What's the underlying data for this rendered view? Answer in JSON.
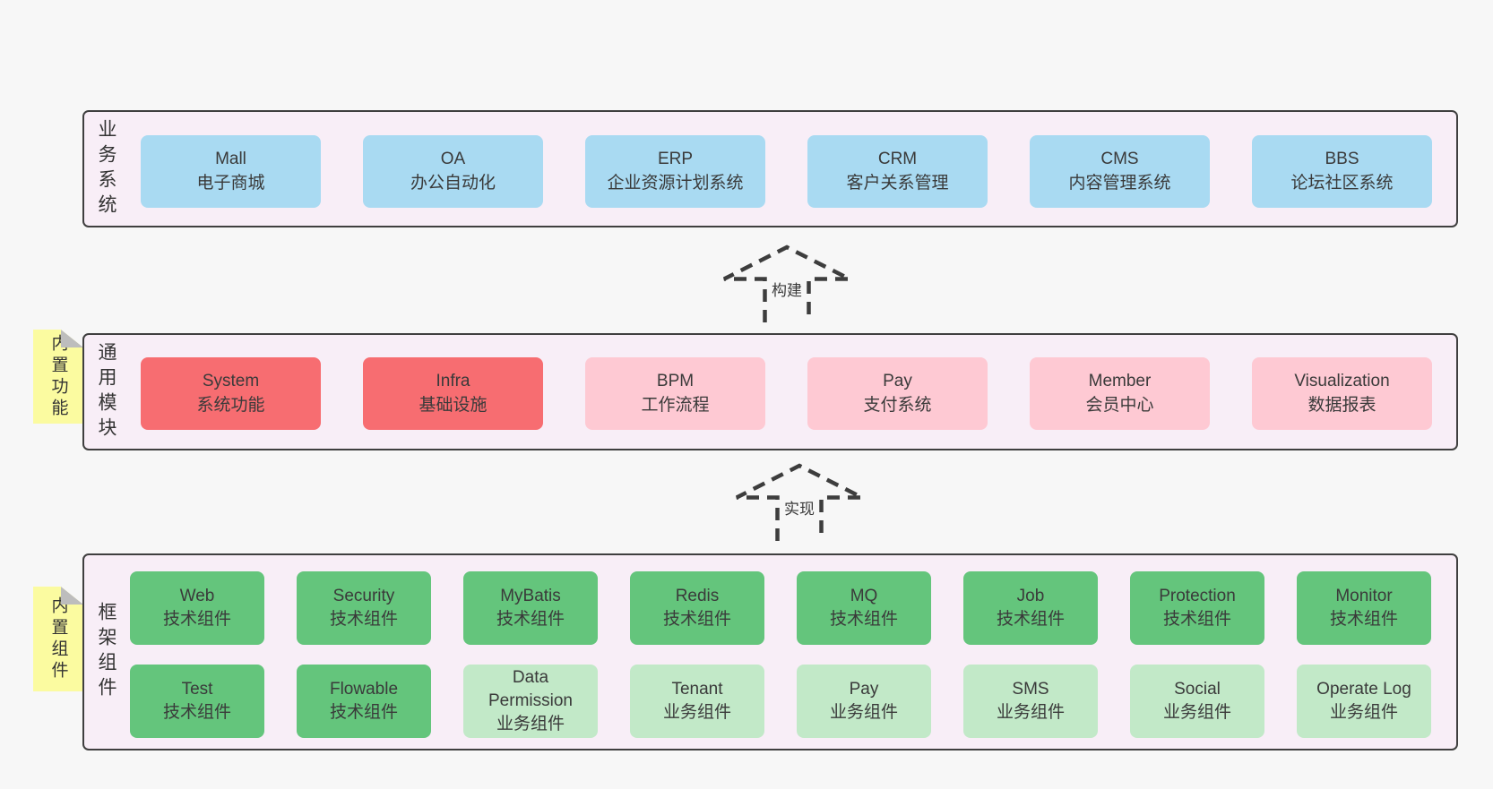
{
  "colors": {
    "page_bg": "#f7f7f7",
    "band_bg": "#f8eef7",
    "band_border": "#3f3f3f",
    "blue": "#a9daf2",
    "red": "#f76d71",
    "pink": "#fec9d3",
    "green": "#64c57c",
    "light_green": "#c2e9c8",
    "sticky_yellow": "#fbfba0",
    "sticky_fold": "#bdbdbd",
    "arrow_stroke": "#3d3d3d",
    "text": "#3a3a3a"
  },
  "arrows": [
    {
      "label": "构建"
    },
    {
      "label": "实现"
    }
  ],
  "bands": [
    {
      "label": "业务系统",
      "sticky": null,
      "rows": [
        {
          "boxes": [
            {
              "title": "Mall",
              "subtitle": "电子商城",
              "type": "blue"
            },
            {
              "title": "OA",
              "subtitle": "办公自动化",
              "type": "blue"
            },
            {
              "title": "ERP",
              "subtitle": "企业资源计划系统",
              "type": "blue"
            },
            {
              "title": "CRM",
              "subtitle": "客户关系管理",
              "type": "blue"
            },
            {
              "title": "CMS",
              "subtitle": "内容管理系统",
              "type": "blue"
            },
            {
              "title": "BBS",
              "subtitle": "论坛社区系统",
              "type": "blue"
            }
          ]
        }
      ]
    },
    {
      "label": "通用模块",
      "sticky": "内置功能",
      "rows": [
        {
          "boxes": [
            {
              "title": "System",
              "subtitle": "系统功能",
              "type": "red"
            },
            {
              "title": "Infra",
              "subtitle": "基础设施",
              "type": "red"
            },
            {
              "title": "BPM",
              "subtitle": "工作流程",
              "type": "pink"
            },
            {
              "title": "Pay",
              "subtitle": "支付系统",
              "type": "pink"
            },
            {
              "title": "Member",
              "subtitle": "会员中心",
              "type": "pink"
            },
            {
              "title": "Visualization",
              "subtitle": "数据报表",
              "type": "pink"
            }
          ]
        }
      ]
    },
    {
      "label": "框架组件",
      "sticky": "内置组件",
      "rows": [
        {
          "boxes": [
            {
              "title": "Web",
              "subtitle": "技术组件",
              "type": "green"
            },
            {
              "title": "Security",
              "subtitle": "技术组件",
              "type": "green"
            },
            {
              "title": "MyBatis",
              "subtitle": "技术组件",
              "type": "green"
            },
            {
              "title": "Redis",
              "subtitle": "技术组件",
              "type": "green"
            },
            {
              "title": "MQ",
              "subtitle": "技术组件",
              "type": "green"
            },
            {
              "title": "Job",
              "subtitle": "技术组件",
              "type": "green"
            },
            {
              "title": "Protection",
              "subtitle": "技术组件",
              "type": "green"
            },
            {
              "title": "Monitor",
              "subtitle": "技术组件",
              "type": "green"
            }
          ]
        },
        {
          "boxes": [
            {
              "title": "Test",
              "subtitle": "技术组件",
              "type": "green"
            },
            {
              "title": "Flowable",
              "subtitle": "技术组件",
              "type": "green"
            },
            {
              "title": "Data\nPermission",
              "subtitle": "业务组件",
              "type": "lgreen"
            },
            {
              "title": "Tenant",
              "subtitle": "业务组件",
              "type": "lgreen"
            },
            {
              "title": "Pay",
              "subtitle": "业务组件",
              "type": "lgreen"
            },
            {
              "title": "SMS",
              "subtitle": "业务组件",
              "type": "lgreen"
            },
            {
              "title": "Social",
              "subtitle": "业务组件",
              "type": "lgreen"
            },
            {
              "title": "Operate Log",
              "subtitle": "业务组件",
              "type": "lgreen"
            }
          ]
        }
      ]
    }
  ]
}
